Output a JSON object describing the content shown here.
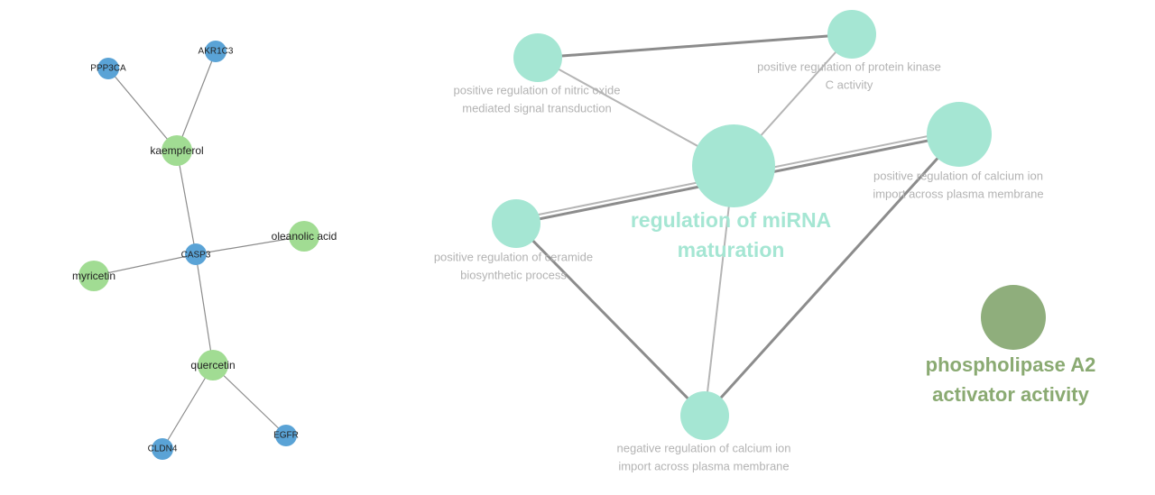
{
  "left_network": {
    "nodes": [
      {
        "id": "ppp3ca",
        "label": "PPP3CA",
        "kind": "gene"
      },
      {
        "id": "akr1c3",
        "label": "AKR1C3",
        "kind": "gene"
      },
      {
        "id": "kaempferol",
        "label": "kaempferol",
        "kind": "compound"
      },
      {
        "id": "oleanolic",
        "label": "oleanolic acid",
        "kind": "compound"
      },
      {
        "id": "casp3",
        "label": "CASP3",
        "kind": "gene"
      },
      {
        "id": "myricetin",
        "label": "myricetin",
        "kind": "compound"
      },
      {
        "id": "quercetin",
        "label": "quercetin",
        "kind": "compound"
      },
      {
        "id": "cldn4",
        "label": "CLDN4",
        "kind": "gene"
      },
      {
        "id": "egfr",
        "label": "EGFR",
        "kind": "gene"
      }
    ],
    "edges": [
      [
        "ppp3ca",
        "kaempferol"
      ],
      [
        "akr1c3",
        "kaempferol"
      ],
      [
        "kaempferol",
        "casp3"
      ],
      [
        "casp3",
        "oleanolic"
      ],
      [
        "casp3",
        "myricetin"
      ],
      [
        "casp3",
        "quercetin"
      ],
      [
        "quercetin",
        "cldn4"
      ],
      [
        "quercetin",
        "egfr"
      ]
    ],
    "colors": {
      "gene": "#5aa3d6",
      "compound": "#a1dc93",
      "edge": "#8c8c8c",
      "text": "#222222"
    }
  },
  "right_network": {
    "nodes": [
      {
        "id": "nitric",
        "lines": [
          "positive regulation of nitric oxide",
          "mediated signal transduction"
        ],
        "group": "mirna",
        "emphasis": "minor"
      },
      {
        "id": "pkc",
        "lines": [
          "positive regulation of protein kinase",
          "C activity"
        ],
        "group": "mirna",
        "emphasis": "minor"
      },
      {
        "id": "mirna",
        "lines": [
          "regulation of miRNA",
          "maturation"
        ],
        "group": "mirna",
        "emphasis": "major"
      },
      {
        "id": "calcium_pos",
        "lines": [
          "positive regulation of calcium ion",
          "import across plasma membrane"
        ],
        "group": "mirna",
        "emphasis": "minor"
      },
      {
        "id": "ceramide",
        "lines": [
          "positive regulation of ceramide",
          "biosynthetic process"
        ],
        "group": "mirna",
        "emphasis": "minor"
      },
      {
        "id": "calcium_neg",
        "lines": [
          "negative regulation of calcium ion",
          "import across plasma membrane"
        ],
        "group": "mirna",
        "emphasis": "minor"
      },
      {
        "id": "pla2",
        "lines": [
          "phospholipase A2",
          "activator activity"
        ],
        "group": "pla2",
        "emphasis": "major"
      }
    ],
    "edges": [
      {
        "from": "nitric",
        "to": "pkc",
        "weight": "strong"
      },
      {
        "from": "nitric",
        "to": "mirna",
        "weight": "weak"
      },
      {
        "from": "pkc",
        "to": "mirna",
        "weight": "weak"
      },
      {
        "from": "calcium_pos",
        "to": "ceramide",
        "weight": "strong"
      },
      {
        "from": "calcium_pos",
        "to": "ceramide",
        "weight": "weak"
      },
      {
        "from": "calcium_pos",
        "to": "calcium_neg",
        "weight": "strong"
      },
      {
        "from": "ceramide",
        "to": "calcium_neg",
        "weight": "strong"
      },
      {
        "from": "mirna",
        "to": "calcium_neg",
        "weight": "weak"
      }
    ],
    "colors": {
      "mirna_node": "#a5e6d3",
      "mirna_label_major": "#a5e6d3",
      "pla2_node": "#8fae7c",
      "pla2_label": "#8aaa72",
      "minor_label": "#b3b3b3",
      "edge_strong": "#8c8c8c",
      "edge_weak": "#b5b5b5"
    }
  }
}
